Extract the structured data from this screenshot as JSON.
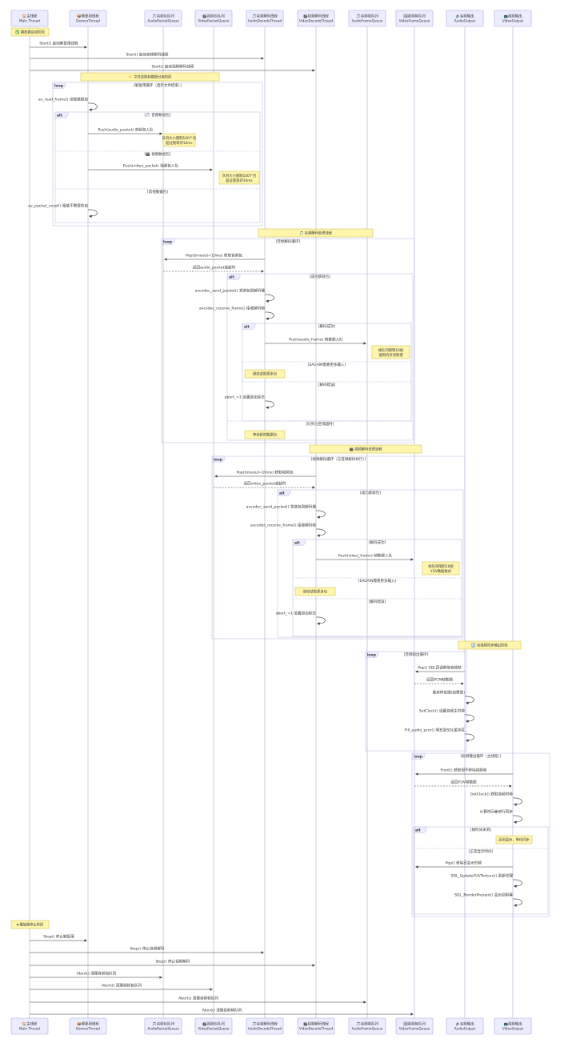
{
  "diagram": {
    "participants": [
      {
        "id": "main",
        "icon": "🏠",
        "name": "主线程",
        "sub": "Main Thread"
      },
      {
        "id": "demux",
        "icon": "📦",
        "name": "解复用线程",
        "sub": "DemuxThread"
      },
      {
        "id": "apq",
        "icon": "🎵",
        "name": "音频包队列",
        "sub": "AudioPacketQueue"
      },
      {
        "id": "vpq",
        "icon": "🎬",
        "name": "视频包队列",
        "sub": "VideoPacketQueue"
      },
      {
        "id": "adt",
        "icon": "🎵",
        "name": "音频解码线程",
        "sub": "AudioDecodeThread"
      },
      {
        "id": "vdt",
        "icon": "🎬",
        "name": "视频解码线程",
        "sub": "VideoDecodeThread"
      },
      {
        "id": "afq",
        "icon": "🎵",
        "name": "音频帧队列",
        "sub": "AudioFrameQueue"
      },
      {
        "id": "vfq",
        "icon": "🖼",
        "name": "视频帧队列",
        "sub": "VideoFrameQueue"
      },
      {
        "id": "ao",
        "icon": "🔊",
        "name": "音频输出",
        "sub": "AudioOutput"
      },
      {
        "id": "vo",
        "icon": "📺",
        "name": "视频输出",
        "sub": "VideoOutput"
      }
    ],
    "notes": [
      {
        "id": "n-init",
        "text": "✅ 播放器启动阶段"
      },
      {
        "id": "n-file",
        "text": "📁 文件读取和数据分离阶段"
      },
      {
        "id": "n-aqsize",
        "text": "队列大小限制100个包",
        "text2": "超过则等待10ms"
      },
      {
        "id": "n-vqsize",
        "text": "队列大小限制100个包",
        "text2": "超过则等待10ms"
      },
      {
        "id": "n-adec",
        "text": "🎵 音频解码处理流程"
      },
      {
        "id": "n-afq",
        "text": "帧队列限制10帧",
        "text2": "使用内存池管理"
      },
      {
        "id": "n-again1",
        "text": "继续读取更多包"
      },
      {
        "id": "n-wait1",
        "text": "等待新的数据包"
      },
      {
        "id": "n-vdec",
        "text": "🎬 视频解码处理流程"
      },
      {
        "id": "n-vfq",
        "text": "帧队列限制10帧",
        "text2": "YUV数据格式"
      },
      {
        "id": "n-again2",
        "text": "继续读取更多包"
      },
      {
        "id": "n-sync",
        "text": "🔄 音视频同步输出阶段"
      },
      {
        "id": "n-wait2",
        "text": "延迟显示，等待同步"
      },
      {
        "id": "n-stop",
        "text": "⏹ 播放器停止阶段"
      }
    ],
    "frames": [
      {
        "id": "f-loop1",
        "tag": "loop",
        "cond": "[解复用循环（直到文件结束）]"
      },
      {
        "id": "f-alt1",
        "tag": "alt",
        "cond": "[🎵 音频数据包]",
        "c2": "[🎬 视频数据包]",
        "c3": "[其他数据包]"
      },
      {
        "id": "f-loop2",
        "tag": "loop",
        "cond": "[音频解码循环]"
      },
      {
        "id": "f-alt2",
        "tag": "alt",
        "cond": "[成功获取包]",
        "c2": "[队列为空或超时]"
      },
      {
        "id": "f-alt3",
        "tag": "alt",
        "cond": "[解码成功]",
        "c2": "[EAGAIN需要更多输入]",
        "c3": "[解码错误]"
      },
      {
        "id": "f-loop3",
        "tag": "loop",
        "cond": "[视频解码循环（与音频解码并行）]"
      },
      {
        "id": "f-alt4",
        "tag": "alt",
        "cond": "[成功获取包]"
      },
      {
        "id": "f-alt5",
        "tag": "alt",
        "cond": "[解码成功]",
        "c2": "[EAGAIN需要更多输入]",
        "c3": "[解码错误]"
      },
      {
        "id": "f-loop4",
        "tag": "loop",
        "cond": "[音频输出循环]"
      },
      {
        "id": "f-loop5",
        "tag": "loop",
        "cond": "[视频输出循环（主线程）]"
      },
      {
        "id": "f-alt6",
        "tag": "alt",
        "cond": "[帧时间未到]",
        "c2": "[正常显示时间]"
      }
    ],
    "messages": [
      {
        "id": "m1",
        "text": "Start() 启动解复用线程"
      },
      {
        "id": "m2",
        "text": "Start() 启动音频解码线程"
      },
      {
        "id": "m3",
        "text": "Start() 启动视频解码线程"
      },
      {
        "id": "m4",
        "text": "av_read_frame() 读取数据包"
      },
      {
        "id": "m5",
        "text": "Push(audio_packet) 音频包入队"
      },
      {
        "id": "m6",
        "text": "Push(video_packet) 视频包入队"
      },
      {
        "id": "m7",
        "text": "av_packet_unref() 释放不需要的包"
      },
      {
        "id": "m8",
        "text": "Pop(timeout=10ms) 获取音频包"
      },
      {
        "id": "m9",
        "text": "返回audio_packet或超时"
      },
      {
        "id": "m10",
        "text": "avcodec_send_packet() 发送包到解码器"
      },
      {
        "id": "m11",
        "text": "avcodec_receive_frame() 接收解码帧"
      },
      {
        "id": "m12",
        "text": "Push(audio_frame) 帧数据入队"
      },
      {
        "id": "m13",
        "text": "abort_=1 设置退出标志"
      },
      {
        "id": "m14",
        "text": "Pop(timeout=10ms) 获取视频包"
      },
      {
        "id": "m15",
        "text": "返回video_packet或超时"
      },
      {
        "id": "m16",
        "text": "avcodec_send_packet() 发送包到解码器"
      },
      {
        "id": "m17",
        "text": "avcodec_receive_frame() 接收解码帧"
      },
      {
        "id": "m18",
        "text": "Push(video_frame) 帧数据入队"
      },
      {
        "id": "m19",
        "text": "abort_=1 设置退出标志"
      },
      {
        "id": "m20",
        "text": "Pop() SDL回调获取音频帧"
      },
      {
        "id": "m21",
        "text": "返回PCM帧数据"
      },
      {
        "id": "m22",
        "text": "重采样处理(如需要)"
      },
      {
        "id": "m23",
        "text": "SetClock() 设置音频主时钟"
      },
      {
        "id": "m24",
        "text": "Fill_audio_pcm() 填充到SDL缓冲区"
      },
      {
        "id": "m25",
        "text": "Front() 获取但不移除视频帧"
      },
      {
        "id": "m26",
        "text": "返回YUV帧数据"
      },
      {
        "id": "m27",
        "text": "GetClock() 获取音频时钟"
      },
      {
        "id": "m28",
        "text": "计算时间差进行同步"
      },
      {
        "id": "m29",
        "text": "Pop() 移除已显示的帧"
      },
      {
        "id": "m30",
        "text": "SDL_UpdateYUVTexture() 更新纹理"
      },
      {
        "id": "m31",
        "text": "SDL_RenderPresent() 显示到屏幕"
      },
      {
        "id": "m32",
        "text": "Stop() 停止解复用"
      },
      {
        "id": "m33",
        "text": "Stop() 停止音频解码"
      },
      {
        "id": "m34",
        "text": "Stop() 停止视频解码"
      },
      {
        "id": "m35",
        "text": "Abort() 清理音频包队列"
      },
      {
        "id": "m36",
        "text": "Abort() 清理视频包队列"
      },
      {
        "id": "m37",
        "text": "Abort() 清理音频帧队列"
      },
      {
        "id": "m38",
        "text": "Abort() 清理视频帧队列"
      }
    ]
  }
}
